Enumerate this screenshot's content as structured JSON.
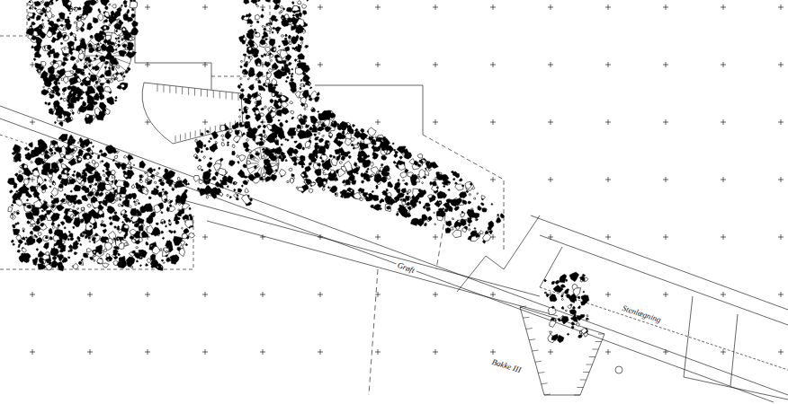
{
  "diagram": {
    "labels": [
      "Bakke III",
      "Stenlægning",
      "Grøft"
    ]
  }
}
